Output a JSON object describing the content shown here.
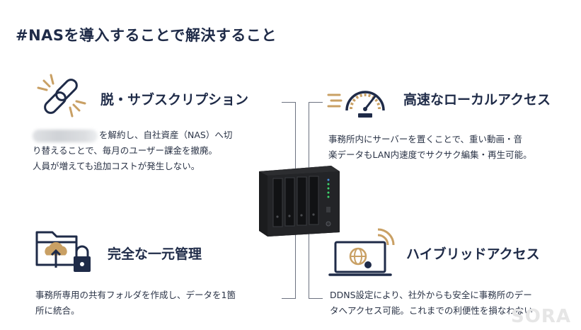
{
  "page": {
    "title": "#NASを導入することで解決すること"
  },
  "sections": {
    "subscription": {
      "heading": "脱・サブスクリプション",
      "line1": "を解約し、自社資産（NAS）へ切",
      "line2": "り替えることで、毎月のユーザー課金を撤廃。",
      "line3": "人員が増えても追加コストが発生しない。"
    },
    "local_access": {
      "heading": "高速なローカルアクセス",
      "line1": "事務所内にサーバーを置くことで、重い動画・音",
      "line2": "楽データもLAN内速度でサクサク編集・再生可能。"
    },
    "central_management": {
      "heading": "完全な一元管理",
      "line1": "事務所専用の共有フォルダを作成し、データを1箇",
      "line2": "所に統合。"
    },
    "hybrid_access": {
      "heading": "ハイブリッドアクセス",
      "line1": "DDNS設定により、社外からも安全に事務所のデー",
      "line2": "タへアクセス可能。これまでの利便性を損なわない"
    }
  },
  "watermark": "SORA",
  "colors": {
    "navy": "#1f2b48",
    "gold": "#c9a064",
    "line": "#6c7280"
  },
  "icons": [
    "broken-chain-icon",
    "speedometer-icon",
    "folder-lock-icon",
    "laptop-globe-icon",
    "nas-device-image"
  ]
}
